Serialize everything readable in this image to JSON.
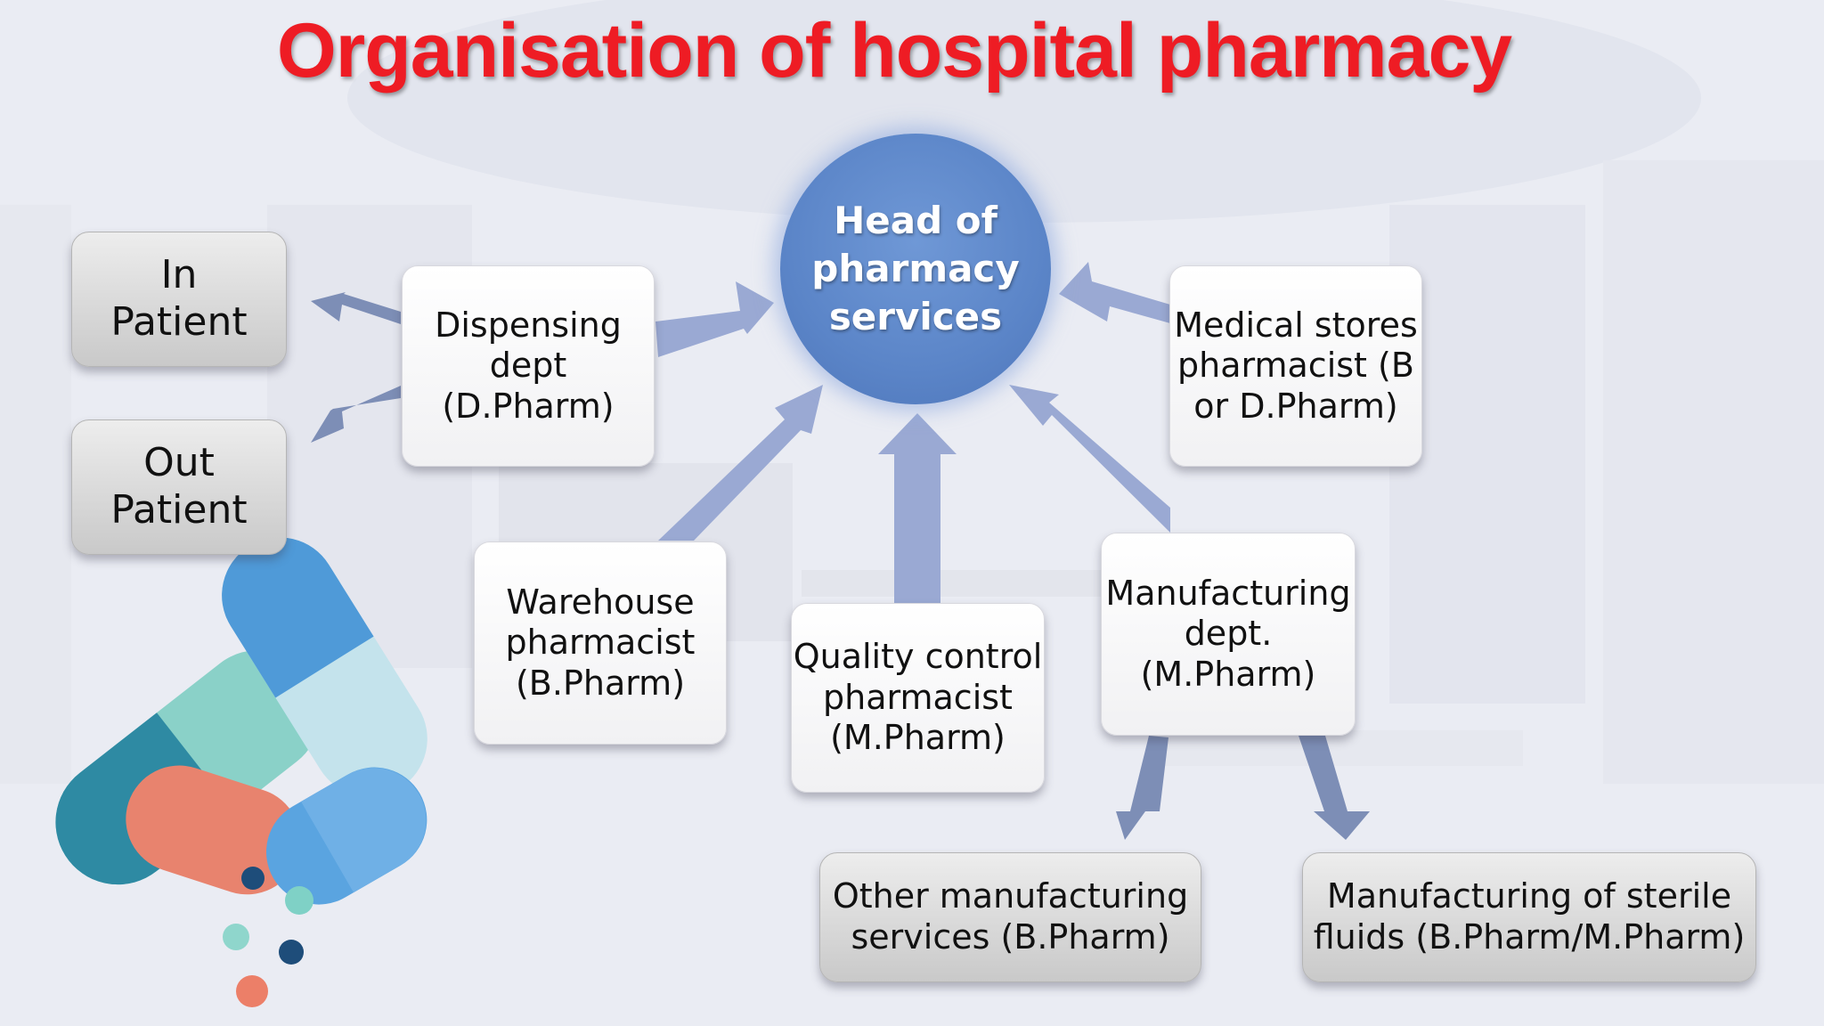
{
  "title": "Organisation of hospital pharmacy",
  "center": {
    "label": "Head of\npharmacy\nservices"
  },
  "boxes": {
    "dispensing": "Dispensing\ndept\n(D.Pharm)",
    "medical_stores": "Medical stores\npharmacist  (B\nor D.Pharm)",
    "warehouse": "Warehouse\npharmacist\n(B.Pharm)",
    "quality_control": "Quality control\npharmacist\n(M.Pharm)",
    "manufacturing": "Manufacturing\ndept.\n(M.Pharm)",
    "in_patient": "In\nPatient",
    "out_patient": "Out\nPatient",
    "other_manufacturing": "Other manufacturing\nservices (B.Pharm)",
    "sterile_fluids": "Manufacturing of sterile\nfluids (B.Pharm/M.Pharm)"
  },
  "colors": {
    "title": "#ee1c24",
    "center": "#5b85c8",
    "arrow": "#9aa9d3",
    "dark_arrow": "#7d8eb6"
  }
}
